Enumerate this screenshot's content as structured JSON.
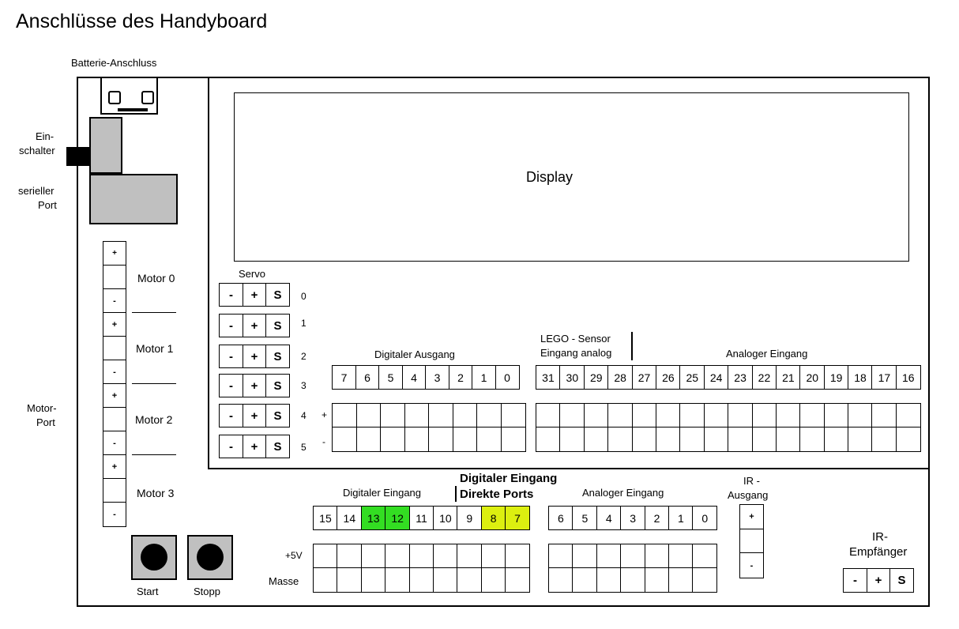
{
  "title": "Anschlüsse des Handyboard",
  "battery": {
    "label": "Batterie-Anschluss",
    "pins": [
      "O",
      "O"
    ]
  },
  "switch": {
    "label_line1": "Ein-",
    "label_line2": "schalter"
  },
  "serial": {
    "label_line1": "serieller",
    "label_line2": "Port"
  },
  "display": {
    "label": "Display"
  },
  "motor_port": {
    "label_line1": "Motor-",
    "label_line2": "Port",
    "motors": [
      "Motor 0",
      "Motor 1",
      "Motor 2",
      "Motor 3"
    ],
    "plus": "+",
    "minus": "-"
  },
  "servo": {
    "label": "Servo",
    "pins": [
      "-",
      "+",
      "S"
    ],
    "numbers": [
      "0",
      "1",
      "2",
      "3",
      "4",
      "5"
    ]
  },
  "digital_output": {
    "label": "Digitaler Ausgang",
    "ports": [
      "7",
      "6",
      "5",
      "4",
      "3",
      "2",
      "1",
      "0"
    ],
    "row_plus": "+",
    "row_minus": "-"
  },
  "lego_sensor": {
    "label_line1": "LEGO - Sensor",
    "label_line2": "Eingang analog"
  },
  "analog_input_top": {
    "label": "Analoger Eingang",
    "ports": [
      "31",
      "30",
      "29",
      "28",
      "27",
      "26",
      "25",
      "24",
      "23",
      "22",
      "21",
      "20",
      "19",
      "18",
      "17",
      "16"
    ]
  },
  "digital_input": {
    "label": "Digitaler Eingang",
    "direct_label_line1": "Digitaler Eingang",
    "direct_label_line2": "Direkte Ports",
    "ports": [
      "15",
      "14",
      "13",
      "12",
      "11",
      "10",
      "9",
      "8",
      "7"
    ],
    "highlight": {
      "13": "#33dd22",
      "12": "#33dd22",
      "8": "#dcef10",
      "7": "#dcef10"
    }
  },
  "analog_input_bottom": {
    "label": "Analoger Eingang",
    "ports": [
      "6",
      "5",
      "4",
      "3",
      "2",
      "1",
      "0"
    ]
  },
  "power": {
    "plus5v": "+5V",
    "ground": "Masse"
  },
  "ir_output": {
    "label_line1": "IR -",
    "label_line2": "Ausgang",
    "plus": "+",
    "minus": "-"
  },
  "ir_receiver": {
    "label_line1": "IR-",
    "label_line2": "Empfänger",
    "pins": [
      "-",
      "+",
      "S"
    ]
  },
  "buttons": {
    "start": "Start",
    "stop": "Stopp"
  },
  "colors": {
    "green": "#33dd22",
    "yellow": "#dcef10",
    "gray": "#c0c0c0"
  }
}
